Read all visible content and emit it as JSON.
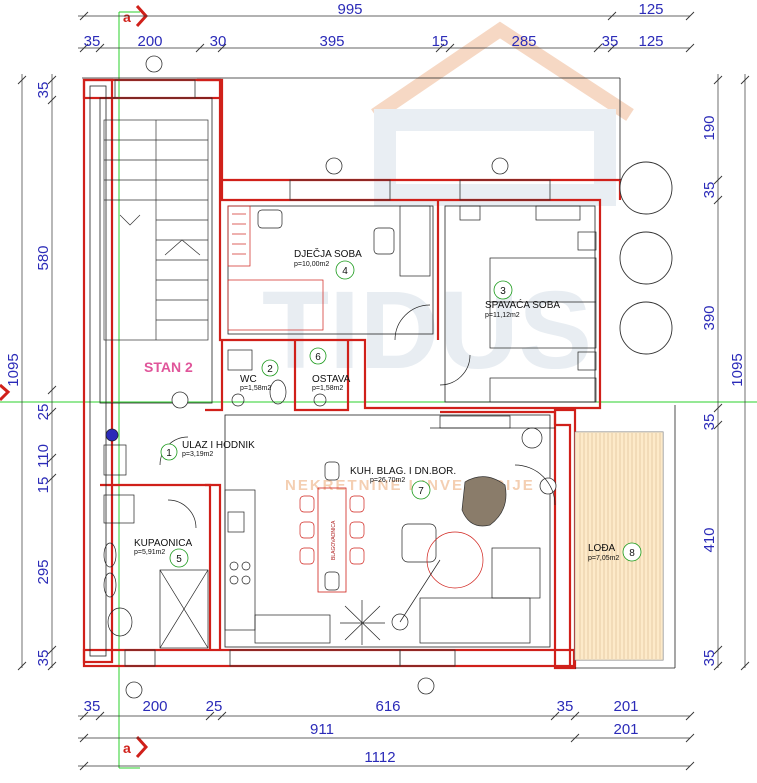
{
  "watermark": {
    "text": "TIDUS",
    "tagline": "NEKRETNINE I INVESTICIJE",
    "color": "#e9eef3",
    "accent": "#f6d2b8"
  },
  "unit_label": "STAN 2",
  "section_marker": "a",
  "dims_top": {
    "total": "995",
    "right": "125",
    "segments": [
      "35",
      "200",
      "30",
      "395",
      "15",
      "285",
      "35",
      "125"
    ]
  },
  "dims_bottom": {
    "segments": [
      "35",
      "200",
      "25",
      "616",
      "35",
      "201"
    ],
    "sub": "911",
    "sub_right": "201",
    "total": "1112"
  },
  "dims_left": {
    "segments": [
      "35",
      "580",
      "25",
      "110",
      "15",
      "295",
      "35"
    ],
    "total": "1095"
  },
  "dims_right": {
    "segments": [
      "190",
      "35",
      "390",
      "35",
      "410",
      "35"
    ],
    "total": "1095"
  },
  "rooms": [
    {
      "num": "1",
      "name": "ULAZ I HODNIK",
      "area": "p=3,19m2"
    },
    {
      "num": "2",
      "name": "WC",
      "area": "p=1,58m2"
    },
    {
      "num": "3",
      "name": "SPAVAĆA SOBA",
      "area": "p=11,12m2"
    },
    {
      "num": "4",
      "name": "DJEČJA SOBA",
      "area": "p=10,00m2"
    },
    {
      "num": "5",
      "name": "KUPAONICA",
      "area": "p=5,91m2"
    },
    {
      "num": "6",
      "name": "OSTAVA",
      "area": "p=1,58m2"
    },
    {
      "num": "7",
      "name": "KUH. BLAG. I DN.BOR.",
      "area": "p=26,70m2"
    },
    {
      "num": "8",
      "name": "LOĐA",
      "area": "p=7,05m2"
    }
  ],
  "furniture_labels": {
    "table": "BLAGOVAONICA"
  },
  "colors": {
    "wall": "#d0201a",
    "dim": "#2b2bb8",
    "room_num": "#1a9a1a",
    "unit": "#e0559a",
    "axis": "#2bd12b"
  }
}
